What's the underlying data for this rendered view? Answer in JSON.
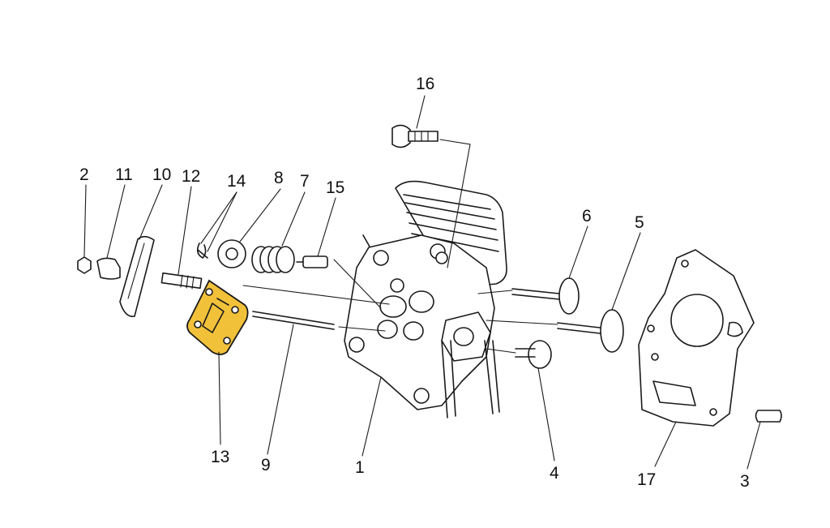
{
  "colors": {
    "line": "#1a1a1a",
    "highlight": "#f2c13a",
    "background": "#ffffff"
  },
  "callouts": {
    "c1": "1",
    "c2": "2",
    "c3": "3",
    "c4": "4",
    "c5": "5",
    "c6": "6",
    "c7": "7",
    "c8": "8",
    "c9": "9",
    "c10": "10",
    "c11": "11",
    "c12": "12",
    "c13": "13",
    "c14": "14",
    "c15": "15",
    "c16": "16",
    "c17": "17"
  }
}
